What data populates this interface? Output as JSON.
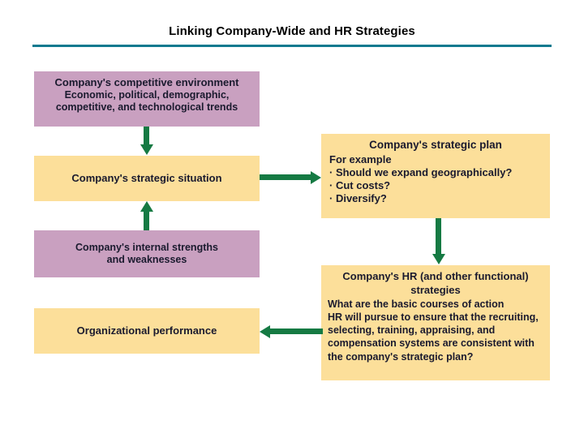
{
  "slide": {
    "title": "Linking Company-Wide and HR Strategies",
    "accent_rule_color": "#0f7a8f",
    "purple_box_color": "#c9a0c0",
    "yellow_box_color": "#fcdf9a",
    "arrow_color": "#157a43"
  },
  "boxes": {
    "environment": {
      "heading": "Company's competitive environment",
      "sub_line1": "Economic, political, demographic,",
      "sub_line2": "competitive, and technological trends"
    },
    "situation": {
      "heading": "Company's strategic situation"
    },
    "internal": {
      "line1": "Company's internal strengths",
      "line2": "and weaknesses"
    },
    "performance": {
      "heading": "Organizational performance"
    },
    "plan": {
      "heading": "Company's strategic plan",
      "intro": "For example",
      "items": [
        "· Should we expand geographically?",
        "· Cut costs?",
        "· Diversify?"
      ]
    },
    "hr": {
      "heading_line1": "Company's HR (and other functional)",
      "heading_line2": "strategies",
      "body_line1": "What are the basic courses of action",
      "body_line2": "HR will pursue to ensure that the recruiting,",
      "body_line3": "selecting, training, appraising, and",
      "body_line4": "compensation systems are consistent with",
      "body_line5": "the company's strategic plan?"
    }
  },
  "arrows": [
    {
      "name": "arrow-environment-to-situation",
      "direction": "down"
    },
    {
      "name": "arrow-internal-to-situation",
      "direction": "up"
    },
    {
      "name": "arrow-situation-to-plan",
      "direction": "right"
    },
    {
      "name": "arrow-plan-to-hr",
      "direction": "down"
    },
    {
      "name": "arrow-hr-to-performance",
      "direction": "left"
    }
  ]
}
